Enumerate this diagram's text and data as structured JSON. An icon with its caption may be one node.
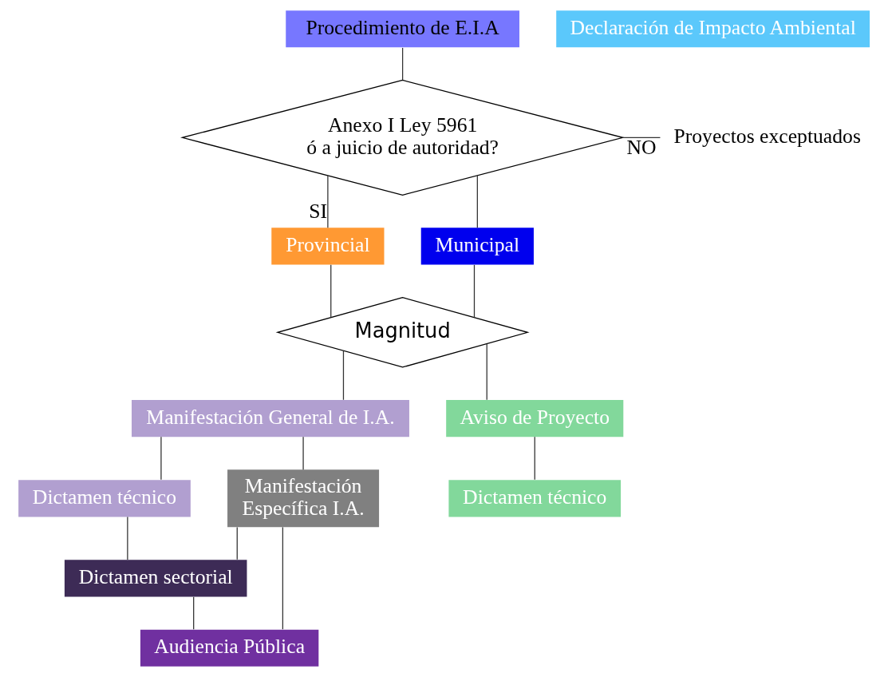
{
  "diagram": {
    "nodes": [
      {
        "text": [
          "Procedimiento de E.I.A"
        ]
      },
      {
        "text": [
          "Anexo I Ley 5961 ó a juicio de autoridad?"
        ]
      },
      {
        "text": [
          "Proyectos exceptuados"
        ]
      },
      {
        "text": [
          "Provincial"
        ]
      },
      {
        "text": [
          "Municipal"
        ]
      },
      {
        "text": [
          "Magnitud"
        ]
      },
      {
        "text": [
          "Manifestación General de I.A."
        ]
      },
      {
        "text": [
          "Aviso de Proyecto"
        ]
      },
      {
        "text": [
          "Dictamen técnico"
        ]
      },
      {
        "text": [
          "Manifestación Específica I.A."
        ]
      },
      {
        "text": [
          "Dictamen sectorial"
        ]
      },
      {
        "text": [
          "Audiencia Pública"
        ]
      },
      {
        "text": [
          "Declaración de Impacto Ambiental"
        ]
      },
      {
        "text": [
          "Dictamen técnico"
        ]
      }
    ],
    "edges": [
      {
        "from": 0,
        "to": 1,
        "arrow": "none"
      },
      {
        "from": 1,
        "to": 2,
        "arrow": "none",
        "label": "NO"
      },
      {
        "from": 1,
        "to": 3,
        "arrow": "none",
        "label": "SI"
      },
      {
        "from": 1,
        "to": 4,
        "arrow": "none"
      },
      {
        "from": 3,
        "to": 5,
        "arrow": "none"
      },
      {
        "from": 4,
        "to": 5,
        "arrow": "none"
      },
      {
        "from": 5,
        "to": 6,
        "arrow": "none"
      },
      {
        "from": 5,
        "to": 7,
        "arrow": "none"
      },
      {
        "from": 6,
        "to": 8,
        "arrow": "none"
      },
      {
        "from": 6,
        "to": 9,
        "arrow": "none"
      },
      {
        "from": 8,
        "to": 10,
        "arrow": "none"
      },
      {
        "from": 9,
        "to": 10,
        "arrow": "none"
      },
      {
        "from": 10,
        "to": 11,
        "arrow": "none"
      },
      {
        "from": 9,
        "to": 11,
        "arrow": "none"
      },
      {
        "from": 7,
        "to": 13,
        "arrow": "none"
      }
    ]
  }
}
